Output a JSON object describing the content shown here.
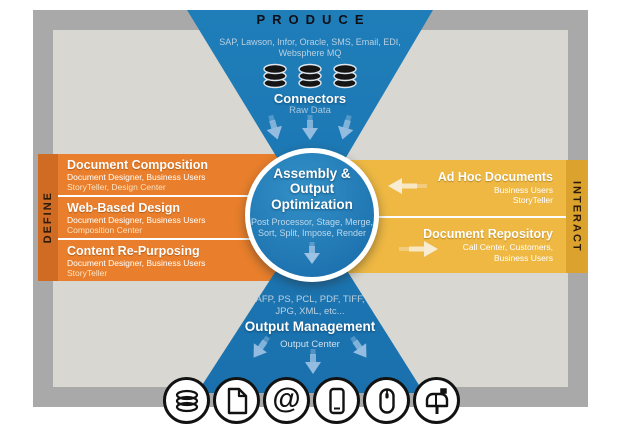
{
  "produce_section": {
    "label": "PRODUCE",
    "sources_line1": "SAP, Lawson, Infor, Oracle, SMS, Email, EDI,",
    "sources_line2": "Websphere MQ",
    "connectors_label": "Connectors",
    "raw_data_label": "Raw Data",
    "db_icons": [
      "database-icon",
      "database-icon",
      "database-icon"
    ]
  },
  "define_section": {
    "label": "DEFINE",
    "rows": [
      {
        "title": "Document Composition",
        "users": "Document Designer, Business Users",
        "tools": "StoryTeller, Design Center",
        "arrow": "right"
      },
      {
        "title": "Web-Based Design",
        "users": "Document Designer, Business Users",
        "tools": "Composition Center",
        "arrow": "right"
      },
      {
        "title": "Content Re-Purposing",
        "users": "Document Designer, Business Users",
        "tools": "StoryTeller",
        "arrow": "right"
      }
    ]
  },
  "interact_section": {
    "label": "INTERACT",
    "rows": [
      {
        "title": "Ad Hoc Documents",
        "line2": "Business Users",
        "line3": "StoryTeller",
        "arrow": "left"
      },
      {
        "title": "Document Repository",
        "line2": "Call Center, Customers,",
        "line3": "Business Users",
        "arrow": "right"
      }
    ]
  },
  "center_circle": {
    "title_line1": "Assembly &",
    "title_line2": "Output Optimization",
    "subtitle_line1": "Post Processor, Stage, Merge,",
    "subtitle_line2": "Sort, Split, Impose, Render"
  },
  "output_section": {
    "formats_line1": "AFP, PS, PCL, PDF, TIFF,",
    "formats_line2": "JPG, XML, etc...",
    "title": "Output Management",
    "subtitle": "Output Center"
  },
  "output_channels": {
    "icons": [
      "database-icon",
      "document-icon",
      "email-at-icon",
      "mobile-phone-icon",
      "mouse-icon",
      "mailbox-icon"
    ]
  },
  "colors": {
    "blue": "#1b79b4",
    "orange_panel": "#e97f2c",
    "orange_strip": "#cf6b22",
    "yellow_panel": "#eeb843",
    "yellow_strip": "#dba22e",
    "frame_gray": "#a9a9a9",
    "inner_gray": "#d8d7d2",
    "arrow_cream": "#fdeedd",
    "arrow_blue": "#93bce0"
  }
}
